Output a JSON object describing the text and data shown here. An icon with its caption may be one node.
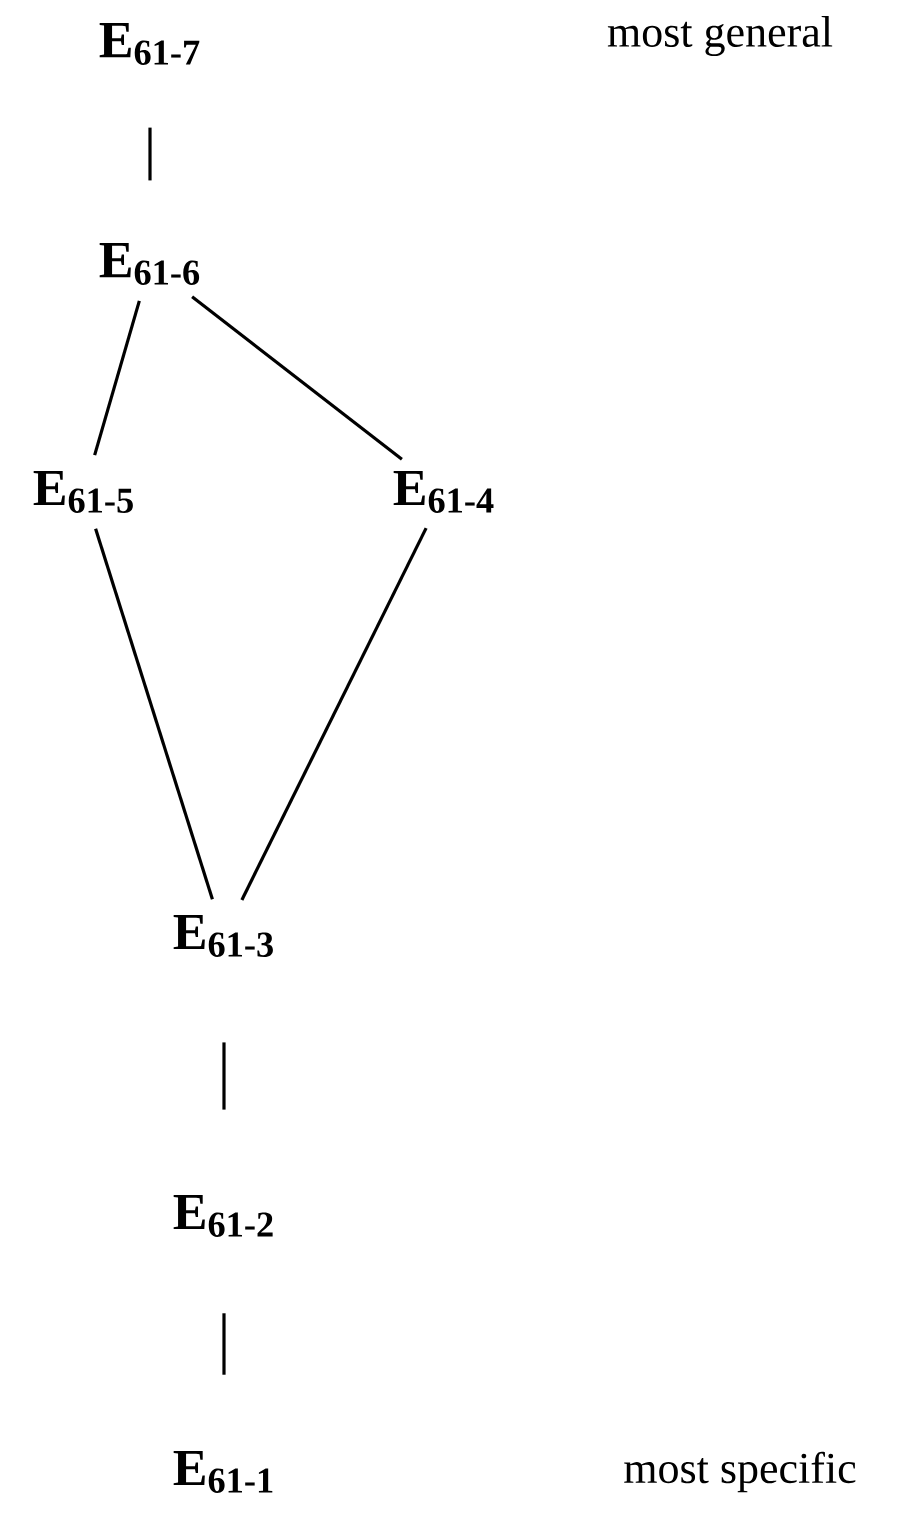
{
  "diagram": {
    "nodes": [
      {
        "text": [
          "E$_{61-7}$"
        ]
      },
      {
        "text": [
          "E$_{61-6}$"
        ]
      },
      {
        "text": [
          "E$_{61-5}$"
        ]
      },
      {
        "text": [
          "E$_{61-4}$"
        ]
      },
      {
        "text": [
          "E$_{61-3}$"
        ]
      },
      {
        "text": [
          "E$_{61-2}$"
        ]
      },
      {
        "text": [
          "E$_{61-1}$"
        ]
      }
    ],
    "edges": [
      {
        "from": 0,
        "to": 1,
        "arrow": "none"
      },
      {
        "from": 1,
        "to": 2,
        "arrow": "none"
      },
      {
        "from": 1,
        "to": 3,
        "arrow": "none"
      },
      {
        "from": 2,
        "to": 4,
        "arrow": "none"
      },
      {
        "from": 3,
        "to": 4,
        "arrow": "none"
      },
      {
        "from": 4,
        "to": 5,
        "arrow": "none"
      },
      {
        "from": 5,
        "to": 6,
        "arrow": "none"
      }
    ],
    "labels": [
      "most general",
      "most specific"
    ]
  }
}
